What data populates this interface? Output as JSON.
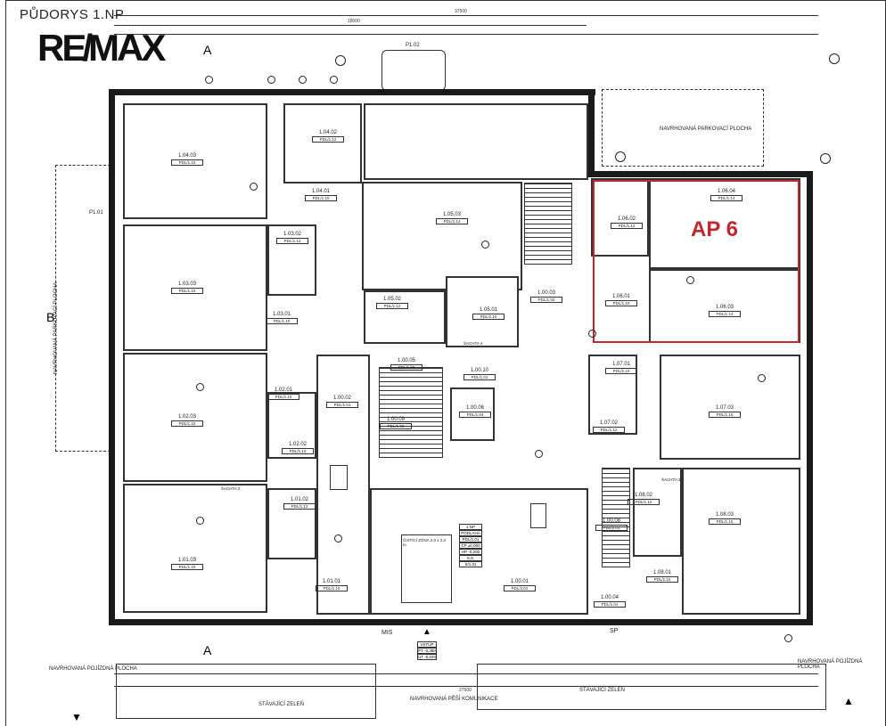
{
  "title": "PŮDORYS 1.NP",
  "logo": "RE/MAX",
  "apartment_highlight": {
    "label": "AP 6",
    "color": "#c0282d"
  },
  "rooms": [
    {
      "id": "1.04.03",
      "tag": "PDL/1.10"
    },
    {
      "id": "1.04.02",
      "tag": "PDL/1.12"
    },
    {
      "id": "1.04.01",
      "tag": "PDL/1.10"
    },
    {
      "id": "1.03.03",
      "tag": "PDL/1.10"
    },
    {
      "id": "1.03.02",
      "tag": "PDL/1.12"
    },
    {
      "id": "1.03.01",
      "tag": "PDL/1.10"
    },
    {
      "id": "1.02.03",
      "tag": "PDL/1.10"
    },
    {
      "id": "1.02.01",
      "tag": "PDL/1.10"
    },
    {
      "id": "1.02.02",
      "tag": "PDL/1.12"
    },
    {
      "id": "1.01.03",
      "tag": "PDL/1.10"
    },
    {
      "id": "1.01.02",
      "tag": "PDL/1.12"
    },
    {
      "id": "1.01.01",
      "tag": "PDL/1.10"
    },
    {
      "id": "1.05.03",
      "tag": "PDL/1.14"
    },
    {
      "id": "1.05.02",
      "tag": "PDL/1.12"
    },
    {
      "id": "1.05.01",
      "tag": "PDL/1.10"
    },
    {
      "id": "1.00.03",
      "tag": "PDL/1.02"
    },
    {
      "id": "1.00.05",
      "tag": "PDL/1.05"
    },
    {
      "id": "1.00.10",
      "tag": "PDL/1.01"
    },
    {
      "id": "1.00.06",
      "tag": "PDL/1.04"
    },
    {
      "id": "1.00.09",
      "tag": "PDL/1.03"
    },
    {
      "id": "1.00.02",
      "tag": "PDL/1.01"
    },
    {
      "id": "1.00.01",
      "tag": "PDL/1.01"
    },
    {
      "id": "1.06.02",
      "tag": "PDL/1.12"
    },
    {
      "id": "1.06.04",
      "tag": "PDL/1.14"
    },
    {
      "id": "1.06.01",
      "tag": "PDL/1.10"
    },
    {
      "id": "1.06.03",
      "tag": "PDL/1.14"
    },
    {
      "id": "1.07.01",
      "tag": "PDL/1.10"
    },
    {
      "id": "1.07.02",
      "tag": "PDL/1.12"
    },
    {
      "id": "1.07.03",
      "tag": "PDL/1.10"
    },
    {
      "id": "1.08.02",
      "tag": "PDL/1.12"
    },
    {
      "id": "1.08.03",
      "tag": "PDL/1.10"
    },
    {
      "id": "1.08.01",
      "tag": "PDL/1.10"
    },
    {
      "id": "1.00.04",
      "tag": "PDL/1.01"
    },
    {
      "id": "1.00.08",
      "tag": "PDL/1.01"
    }
  ],
  "notes": {
    "parking_top": "NAVRHOVANÁ PARKOVACÍ PLOCHA",
    "parking_left": "NAVRHOVANÁ PARKOVACÍ PLOCHA",
    "paving_left": "NAVRHOVANÁ POJÍZDNÁ PLOCHA",
    "paving_right": "NAVRHOVANÁ POJÍZDNÁ PLOCHA",
    "walkway": "NAVRHOVANÁ PĚŠÍ KOMUNIKACE",
    "greenery_left": "STÁVAJÍCÍ ZELEŇ",
    "greenery_right": "STÁVAJÍCÍ ZELEŇ",
    "cleaning_zone": "ČISTÍCÍ ZÓNA 2,0 x 2,0 m",
    "entrance": "VSTUP",
    "entrance_pt": "PT -0,380",
    "entrance_ut": "UT -0,020",
    "mis": "MIS",
    "sp": "SP",
    "shaft4": "ŠACHTA 4",
    "shaft2": "ŠACHTA 2",
    "shaft3": "ŠACHTA 3",
    "section_a": "A",
    "section_b": "B",
    "p101": "P1.01",
    "p102": "P1.02",
    "dim_total": "37500",
    "dim_top": "18000",
    "dim_bottom": "27500"
  },
  "legend_table": [
    "1.NP",
    "PODLAHA",
    "PDL/1.01",
    "ČP ±0,000",
    "HP -0,200",
    "S.S.",
    "S/1.01"
  ]
}
